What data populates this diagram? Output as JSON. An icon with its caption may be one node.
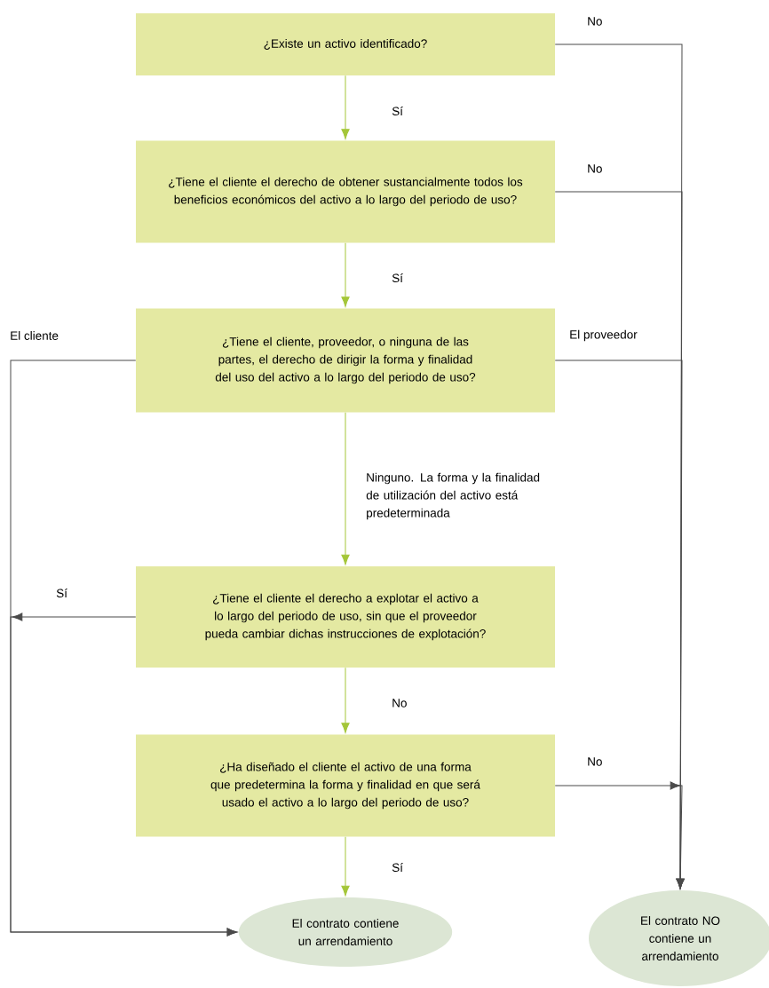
{
  "diagram": {
    "nodes": [
      {
        "text": [
          "¿Existe un activo identificado?"
        ]
      },
      {
        "text": [
          "¿Tiene el cliente el derecho de obtener sustancialmente todos los beneficios económicos del activo a lo largo del periodo de uso?"
        ]
      },
      {
        "text": [
          "¿Tiene el cliente, proveedor, o ninguna de las partes, el derecho de dirigir la forma y finalidad del uso del activo a lo largo del periodo de uso?"
        ]
      },
      {
        "text": [
          "¿Tiene el cliente el derecho a explotar el activo a lo largo del periodo de uso, sin que el proveedor pueda cambiar dichas instrucciones de explotación?"
        ]
      },
      {
        "text": [
          "¿Ha diseñado el cliente el activo de una forma que predetermina la forma y finalidad en que será usado el activo a lo largo del periodo de uso?"
        ]
      },
      {
        "text": [
          "El contrato contiene un arrendamiento"
        ]
      },
      {
        "text": [
          "El contrato NO contiene un arrendamiento"
        ]
      }
    ],
    "edges": [
      {
        "from": 0,
        "to": 1,
        "arrow": "to",
        "label": "Sí",
        "color": "#a4c639"
      },
      {
        "from": 1,
        "to": 2,
        "arrow": "to",
        "label": "Sí",
        "color": "#a4c639"
      },
      {
        "from": 2,
        "to": 3,
        "arrow": "to",
        "label": "Ninguno. La forma y la finalidad de utilización del activo está predeterminada",
        "color": "#a4c639"
      },
      {
        "from": 3,
        "to": 4,
        "arrow": "to",
        "label": "No",
        "color": "#a4c639"
      },
      {
        "from": 4,
        "to": 5,
        "arrow": "to",
        "label": "Sí",
        "color": "#a4c639"
      },
      {
        "from": 0,
        "to": 6,
        "arrow": "to",
        "label": "No"
      },
      {
        "from": 1,
        "to": 6,
        "arrow": "to",
        "label": "No"
      },
      {
        "from": 2,
        "to": 6,
        "arrow": "to",
        "label": "El proveedor"
      },
      {
        "from": 4,
        "to": 6,
        "arrow": "to",
        "label": "No"
      },
      {
        "from": 2,
        "to": 5,
        "arrow": "to",
        "label": "El cliente"
      },
      {
        "from": 3,
        "to": 5,
        "arrow": "to",
        "label": "Sí"
      }
    ]
  }
}
